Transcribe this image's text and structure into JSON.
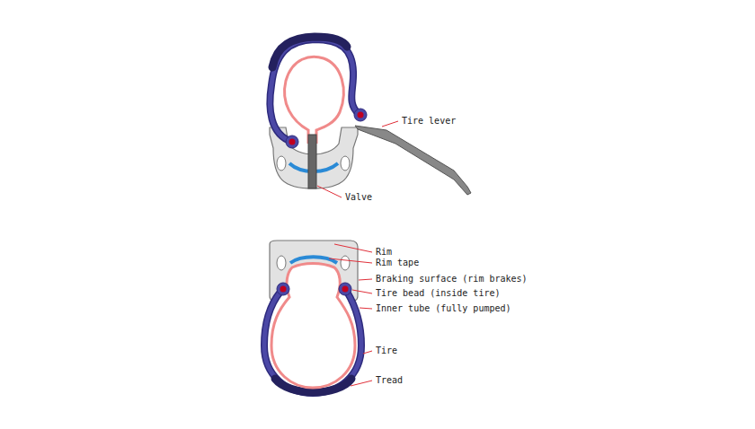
{
  "diagram": {
    "labels": [
      "Tire lever",
      "Valve",
      "Rim",
      "Rim tape",
      "Braking surface (rim brakes)",
      "Tire bead (inside tire)",
      "Inner tube (fully pumped)",
      "Tire",
      "Tread"
    ]
  }
}
